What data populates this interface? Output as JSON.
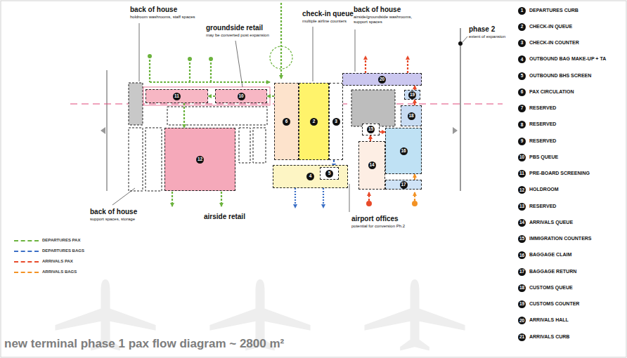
{
  "diagram": {
    "title": "new terminal phase 1 pax flow diagram ~ 2800 m²",
    "nodes": [
      {
        "text": [
          "11"
        ]
      },
      {
        "text": [
          "10"
        ]
      },
      {
        "text": [
          "6"
        ]
      },
      {
        "text": [
          "2"
        ]
      },
      {
        "text": [
          "3"
        ]
      },
      {
        "text": [
          "20"
        ]
      },
      {
        "text": [
          "19"
        ]
      },
      {
        "text": [
          "18"
        ]
      },
      {
        "text": [
          "12"
        ]
      },
      {
        "text": [
          "4"
        ]
      },
      {
        "text": [
          "5"
        ],
        "in": 9
      },
      {
        "text": [
          "15"
        ]
      },
      {
        "text": [
          "16"
        ]
      },
      {
        "text": [
          "14"
        ]
      },
      {
        "text": [
          "17"
        ]
      }
    ],
    "edges": [
      {
        "from": 2,
        "to": 1,
        "arrow": "to"
      },
      {
        "from": 1,
        "to": 0,
        "arrow": "to"
      },
      {
        "from": 0,
        "to": 8,
        "arrow": "to"
      },
      {
        "from": 4,
        "to": 10,
        "arrow": "to"
      },
      {
        "from": 13,
        "to": 11,
        "arrow": "to"
      },
      {
        "from": 11,
        "to": 12,
        "arrow": "to"
      },
      {
        "from": 7,
        "to": 6,
        "arrow": "to"
      },
      {
        "from": 6,
        "to": 5,
        "arrow": "to"
      },
      {
        "from": 14,
        "to": 12,
        "arrow": "to"
      }
    ],
    "labels": [
      "back of house",
      "holdroom washrooms, staff spaces",
      "groundside retail",
      "may be converted post expansion",
      "check-in queue",
      "multiple airline counters",
      "back of house",
      "airside/groundside washrooms, support spaces",
      "phase 2",
      "extent of expansion",
      "back of house",
      "support spaces, storage",
      "airside retail",
      "airport offices",
      "potential for conversion Ph.2",
      "1",
      "DEPARTURES CURB",
      "2",
      "CHECK-IN QUEUE",
      "3",
      "CHECK-IN COUNTER",
      "4",
      "OUTBOUND BAG MAKE-UP + TA",
      "5",
      "OUTBOUND BHS SCREEN",
      "6",
      "PAX CIRCULATION",
      "7",
      "RESERVED",
      "8",
      "RESERVED",
      "9",
      "RESERVED",
      "10",
      "PBS QUEUE",
      "11",
      "PRE-BOARD SCREENING",
      "12",
      "HOLDROOM",
      "13",
      "RESERVED",
      "14",
      "ARRIVALS QUEUE",
      "15",
      "IMMIGRATION COUNTERS",
      "16",
      "BAGGAGE CLAIM",
      "17",
      "BAGGAGE RETURN",
      "18",
      "CUSTOMS QUEUE",
      "19",
      "CUSTOMS COUNTER",
      "20",
      "ARRIVALS HALL",
      "21",
      "ARRIVALS CURB"
    ],
    "legend": [
      {
        "text": "DEPARTURES PAX",
        "color": "#6cb33e"
      },
      {
        "text": "DEPARTURES BAGS",
        "color": "#3b6fc6"
      },
      {
        "text": "ARRIVALS PAX",
        "color": "#e84a2a"
      },
      {
        "text": "ARRIVALS BAGS",
        "color": "#f39224"
      }
    ]
  }
}
